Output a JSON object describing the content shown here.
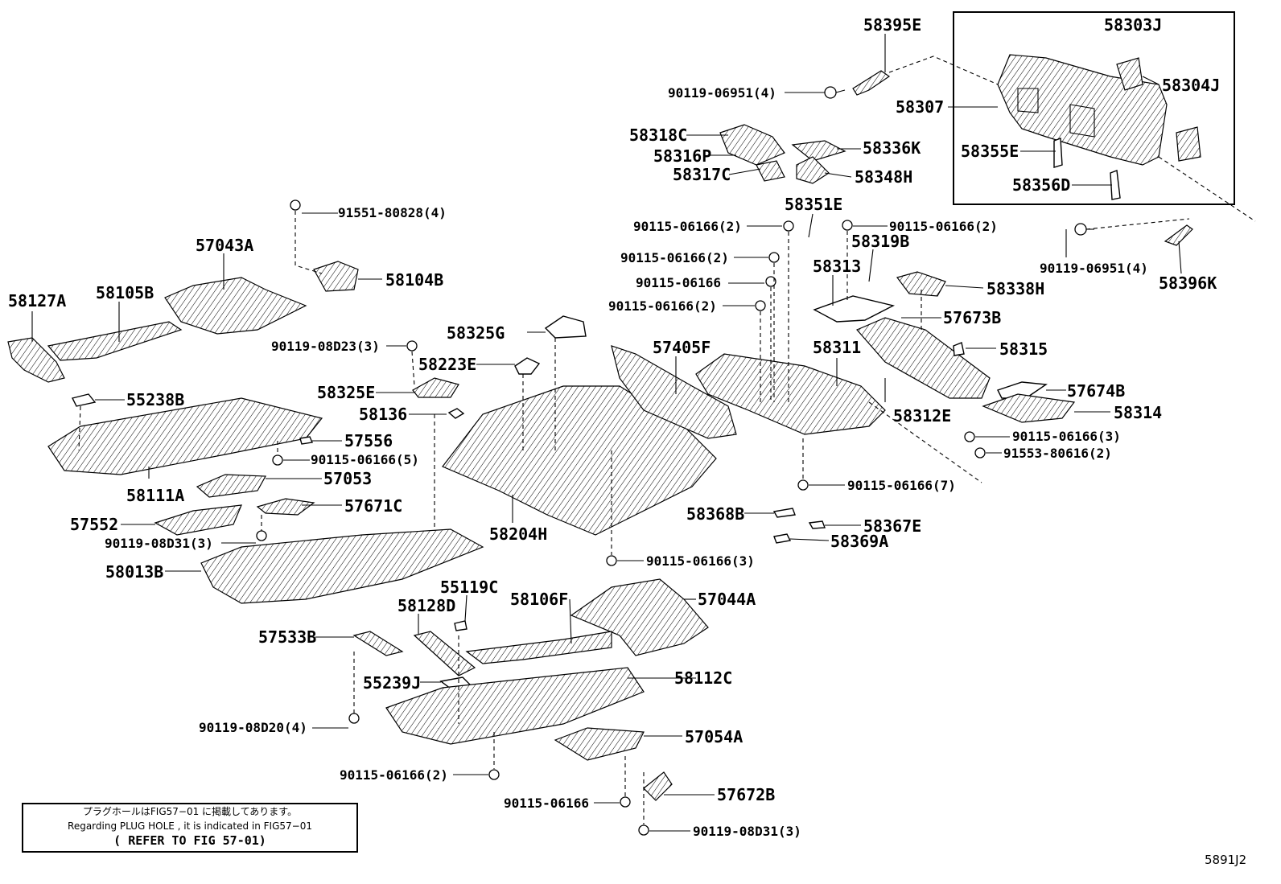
{
  "labels": {
    "p58395E": "58395E",
    "p58303J": "58303J",
    "p90119_06951_4a": "90119-06951(4)",
    "p58307": "58307",
    "p58304J": "58304J",
    "p58318C": "58318C",
    "p58336K": "58336K",
    "p58316P": "58316P",
    "p58355E": "58355E",
    "p58317C": "58317C",
    "p58348H": "58348H",
    "p58356D": "58356D",
    "p58351E": "58351E",
    "p91551_80828_4": "91551-80828(4)",
    "p90115_06166_2a": "90115-06166(2)",
    "p90115_06166_2b": "90115-06166(2)",
    "p57043A": "57043A",
    "p58319B": "58319B",
    "p90115_06166_2c": "90115-06166(2)",
    "p90119_06951_4b": "90119-06951(4)",
    "p58313": "58313",
    "p58104B": "58104B",
    "p90115_06166_a": "90115-06166",
    "p58396K": "58396K",
    "p58338H": "58338H",
    "p58127A": "58127A",
    "p58105B": "58105B",
    "p90115_06166_2d": "90115-06166(2)",
    "p57673B": "57673B",
    "p58325G": "58325G",
    "p58311": "58311",
    "p58315": "58315",
    "p57405F": "57405F",
    "p90119_08D23_3": "90119-08D23(3)",
    "p58223E": "58223E",
    "p57674B": "57674B",
    "p58325E": "58325E",
    "p55238B": "55238B",
    "p58314": "58314",
    "p58136": "58136",
    "p58312E": "58312E",
    "p90115_06166_3a": "90115-06166(3)",
    "p57556": "57556",
    "p91553_80616_2": "91553-80616(2)",
    "p90115_06166_5": "90115-06166(5)",
    "p57053": "57053",
    "p58111A": "58111A",
    "p90115_06166_7": "90115-06166(7)",
    "p57671C": "57671C",
    "p58368B": "58368B",
    "p57552": "57552",
    "p58367E": "58367E",
    "p58204H": "58204H",
    "p58369A": "58369A",
    "p90119_08D31_3a": "90119-08D31(3)",
    "p90115_06166_3b": "90115-06166(3)",
    "p58013B": "58013B",
    "p55119C": "55119C",
    "p58106F": "58106F",
    "p57044A": "57044A",
    "p58128D": "58128D",
    "p57533B": "57533B",
    "p55239J": "55239J",
    "p58112C": "58112C",
    "p90119_08D20_4": "90119-08D20(4)",
    "p57054A": "57054A",
    "p90115_06166_2e": "90115-06166(2)",
    "p57672B": "57672B",
    "p90115_06166_b": "90115-06166",
    "p90119_08D31_3b": "90119-08D31(3)"
  },
  "note": {
    "line1": "プラグホールはFIG57−01 に掲載してあります。",
    "line2": "Regarding  PLUG HOLE , it is indicated in FIG57−01",
    "line3": "( REFER TO FIG 57-01)"
  },
  "figure_code": "5891J2"
}
